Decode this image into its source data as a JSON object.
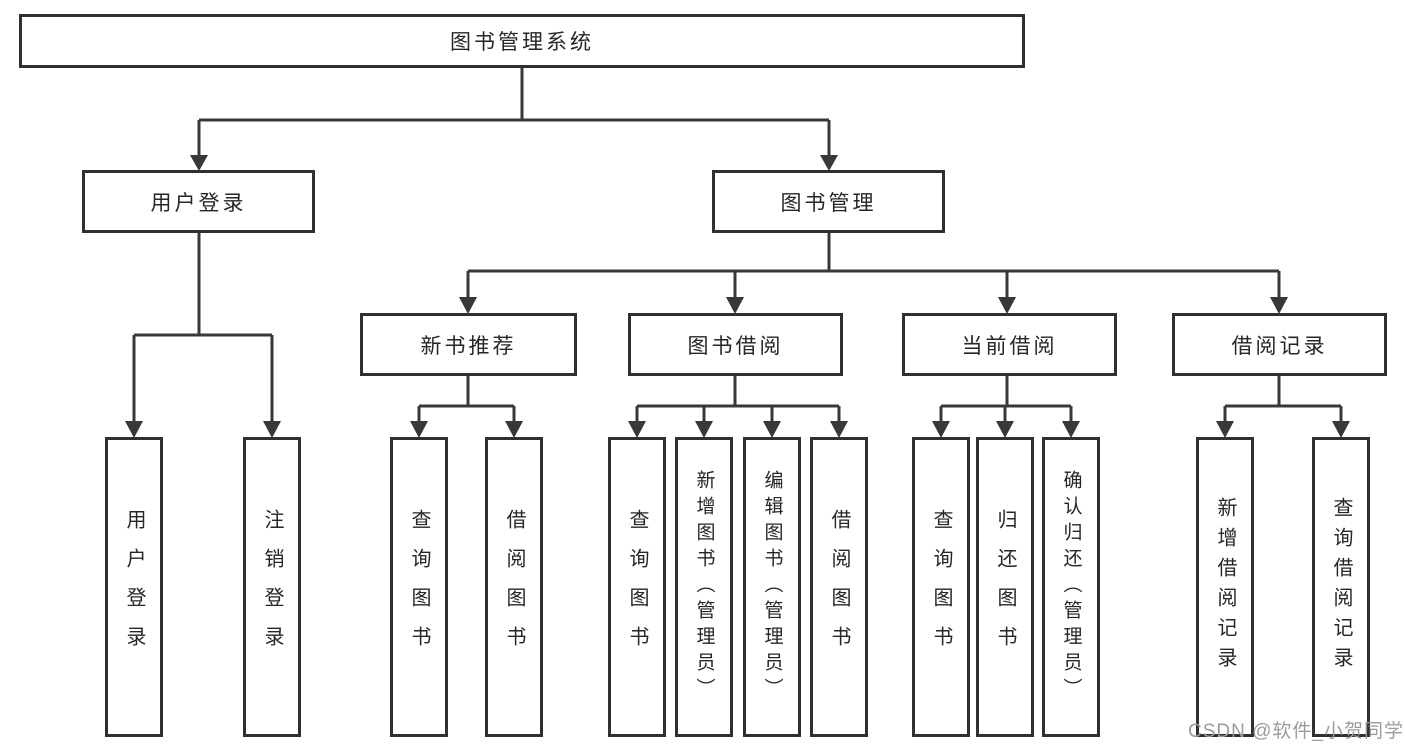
{
  "root": {
    "label": "图书管理系统"
  },
  "modules": {
    "user_login": {
      "label": "用户登录",
      "children": [
        "用户登录",
        "注销登录"
      ]
    },
    "book_mgmt": {
      "label": "图书管理",
      "sections": {
        "new_book": {
          "label": "新书推荐",
          "children": [
            "查询图书",
            "借阅图书"
          ]
        },
        "book_borrow": {
          "label": "图书借阅",
          "children": [
            "查询图书",
            "新增图书（管理员）",
            "编辑图书（管理员）",
            "借阅图书"
          ]
        },
        "current_borrow": {
          "label": "当前借阅",
          "children": [
            "查询图书",
            "归还图书",
            "确认归还（管理员）"
          ]
        },
        "borrow_record": {
          "label": "借阅记录",
          "children": [
            "新增借阅记录",
            "查询借阅记录"
          ]
        }
      }
    }
  },
  "watermark": {
    "text": "CSDN @软件_小贺同学"
  },
  "colors": {
    "line": "#383838",
    "box_border": "#303030",
    "text": "#262626",
    "watermark": "#9b9b9b",
    "background": "#ffffff"
  }
}
